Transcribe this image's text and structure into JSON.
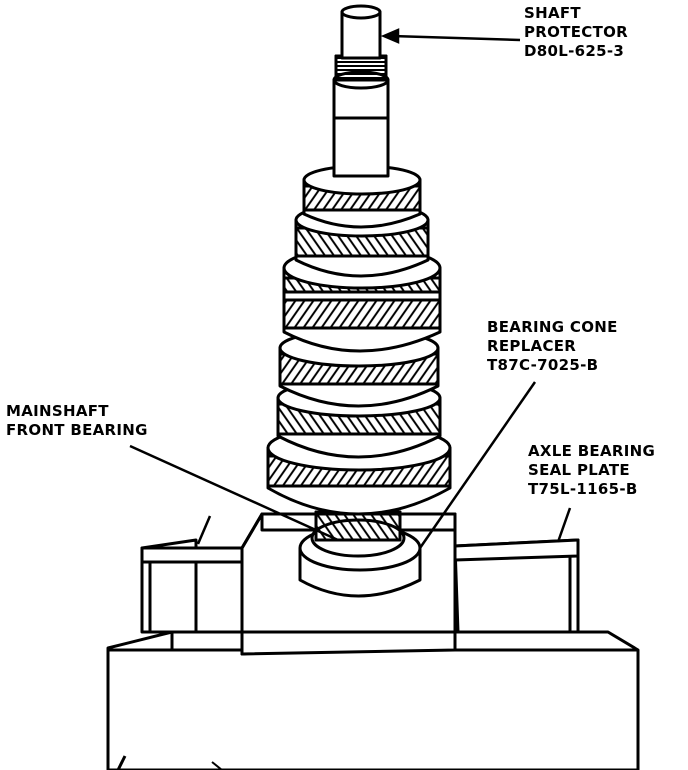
{
  "labels": {
    "shaft_protector": [
      "SHAFT",
      "PROTECTOR",
      "D80L-625-3"
    ],
    "bearing_cone_replacer": [
      "BEARING CONE",
      "REPLACER",
      "T87C-7025-B"
    ],
    "mainshaft_front_bearing": [
      "MAINSHAFT",
      "FRONT BEARING"
    ],
    "axle_bearing_seal_plate": [
      "AXLE BEARING",
      "SEAL PLATE",
      "T75L-1165-B"
    ]
  },
  "colors": {
    "ink": "#000000",
    "paper": "#ffffff"
  }
}
